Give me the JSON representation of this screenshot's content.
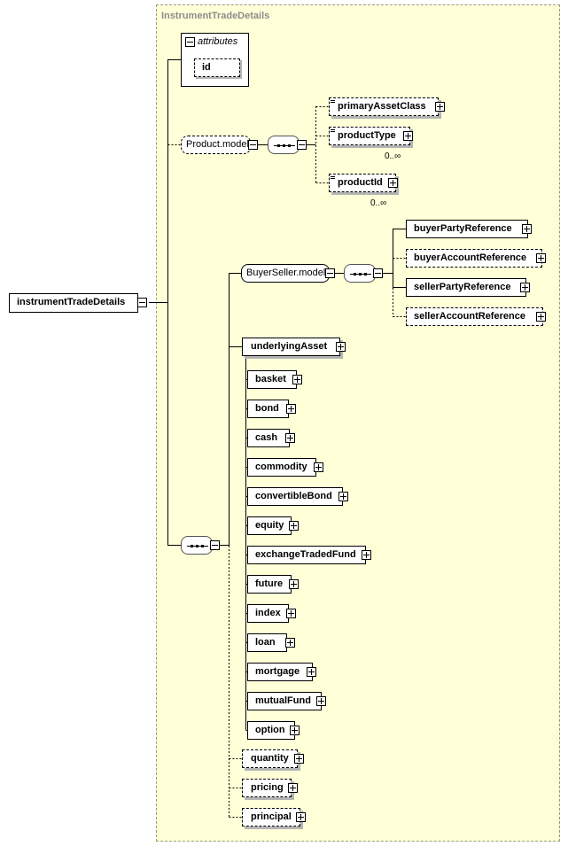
{
  "diagram": {
    "group_title": "InstrumentTradeDetails",
    "root": {
      "label": "instrumentTradeDetails"
    },
    "attributes": {
      "title": "attributes",
      "items": [
        "id"
      ]
    },
    "product_model": {
      "label": "Product.model",
      "children": [
        {
          "label": "primaryAssetClass",
          "optional": true,
          "cardinality": ""
        },
        {
          "label": "productType",
          "optional": true,
          "cardinality": "0..∞"
        },
        {
          "label": "productId",
          "optional": true,
          "cardinality": "0..∞"
        }
      ]
    },
    "buyer_seller_model": {
      "label": "BuyerSeller.model",
      "children": [
        {
          "label": "buyerPartyReference",
          "optional": false
        },
        {
          "label": "buyerAccountReference",
          "optional": true
        },
        {
          "label": "sellerPartyReference",
          "optional": false
        },
        {
          "label": "sellerAccountReference",
          "optional": true
        }
      ]
    },
    "underlying_asset": {
      "label": "underlyingAsset",
      "substitutes": [
        "basket",
        "bond",
        "cash",
        "commodity",
        "convertibleBond",
        "equity",
        "exchangeTradedFund",
        "future",
        "index",
        "loan",
        "mortgage",
        "mutualFund",
        "option"
      ]
    },
    "trailing": [
      {
        "label": "quantity",
        "optional": true
      },
      {
        "label": "pricing",
        "optional": true
      },
      {
        "label": "principal",
        "optional": true
      }
    ]
  }
}
